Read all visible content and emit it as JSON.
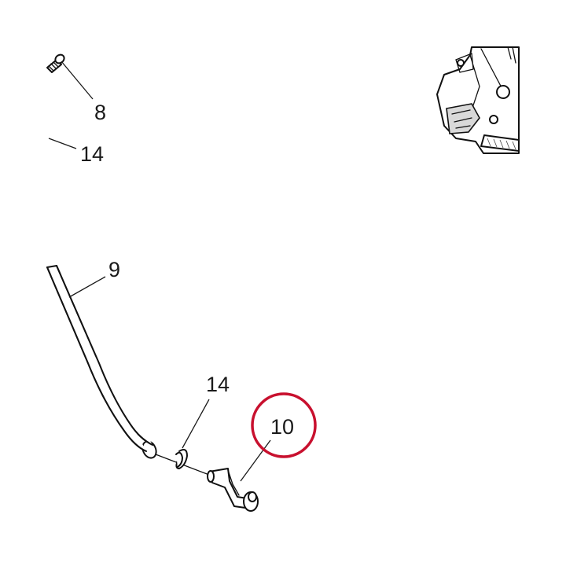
{
  "callouts": {
    "part_8": "8",
    "part_14_top": "14",
    "part_9": "9",
    "part_14_clip": "14",
    "part_10": "10"
  },
  "highlight": {
    "target_part": "10",
    "color": "#c8102e"
  }
}
